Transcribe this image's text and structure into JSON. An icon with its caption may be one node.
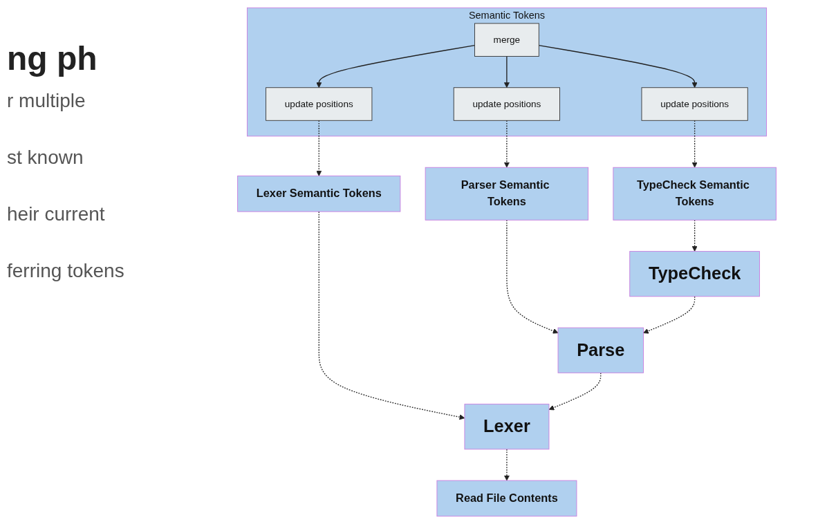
{
  "diagram": {
    "title": "ng ph",
    "nodes": [
      {
        "text": [
          "Semantic Tokens"
        ]
      },
      {
        "text": [
          "merge"
        ],
        "in": 0
      },
      {
        "text": [
          "update positions"
        ],
        "in": 0
      },
      {
        "text": [
          "update positions"
        ],
        "in": 0
      },
      {
        "text": [
          "update positions"
        ],
        "in": 0
      },
      {
        "text": [
          "Lexer Semantic Tokens"
        ]
      },
      {
        "text": [
          "Parser Semantic Tokens"
        ]
      },
      {
        "text": [
          "TypeCheck Semantic Tokens"
        ]
      },
      {
        "text": [
          "Read File Contents"
        ]
      },
      {
        "text": [
          "Lexer"
        ]
      },
      {
        "text": [
          "Parse"
        ]
      },
      {
        "text": [
          "TypeCheck"
        ]
      }
    ],
    "edges": [
      {
        "from": 1,
        "to": 2,
        "arrow": "to"
      },
      {
        "from": 1,
        "to": 3,
        "arrow": "to"
      },
      {
        "from": 1,
        "to": 4,
        "arrow": "to"
      },
      {
        "from": 2,
        "to": 5,
        "arrow": "to",
        "style": "dashed"
      },
      {
        "from": 3,
        "to": 6,
        "arrow": "to",
        "style": "dashed"
      },
      {
        "from": 4,
        "to": 7,
        "arrow": "to",
        "style": "dashed"
      },
      {
        "from": 5,
        "to": 9,
        "arrow": "to",
        "style": "dashed"
      },
      {
        "from": 6,
        "to": 10,
        "arrow": "to",
        "style": "dashed"
      },
      {
        "from": 7,
        "to": 11,
        "arrow": "to",
        "style": "dashed"
      },
      {
        "from": 9,
        "to": 8,
        "arrow": "to",
        "style": "dashed"
      },
      {
        "from": 10,
        "to": 9,
        "arrow": "to",
        "style": "dashed"
      },
      {
        "from": 11,
        "to": 10,
        "arrow": "to",
        "style": "dashed"
      }
    ],
    "labels": [
      "r multiple",
      "st known",
      "heir current",
      "ferring tokens"
    ]
  }
}
